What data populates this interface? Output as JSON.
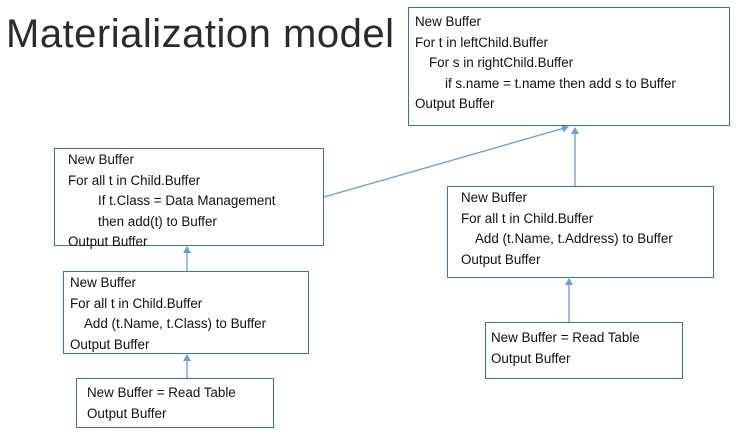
{
  "title": "Materialization model",
  "colors": {
    "box_border": "#41719c",
    "arrow": "#6e9ecf",
    "text": "#111111"
  },
  "boxes": {
    "top": [
      "New Buffer",
      "For t in leftChild.Buffer",
      "For s in rightChild.Buffer",
      "if s.name = t.name then add s to Buffer",
      "Output Buffer"
    ],
    "mid_left": [
      "New Buffer",
      "For all t in Child.Buffer",
      "If t.Class = Data Management",
      "then add(t) to Buffer",
      "Output Buffer"
    ],
    "left": [
      "New Buffer",
      "For all t in Child.Buffer",
      "Add (t.Name, t.Class) to Buffer",
      "Output Buffer"
    ],
    "right": [
      "New Buffer",
      "For all t in Child.Buffer",
      "Add (t.Name, t.Address) to Buffer",
      "Output Buffer"
    ],
    "bottom_left": [
      "New Buffer = Read Table",
      "Output Buffer"
    ],
    "bottom_right": [
      "New Buffer = Read Table",
      "Output Buffer"
    ]
  }
}
